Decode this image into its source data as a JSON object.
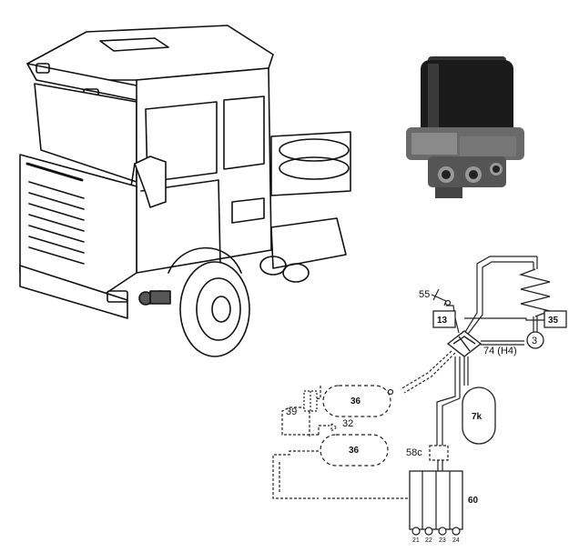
{
  "figure": {
    "illustration": "truck-cab-line-drawing",
    "product_photo": "air-dryer-photo"
  },
  "components": {
    "c55": "55",
    "c13": "13",
    "c35": "35",
    "c3": "3",
    "c74": "74 (H4)",
    "c7k": "7k",
    "c36a": "36",
    "c36b": "36",
    "c39": "39",
    "c32": "32",
    "c58c": "58c",
    "c60": "60"
  },
  "ports": [
    "21",
    "22",
    "23",
    "24"
  ]
}
